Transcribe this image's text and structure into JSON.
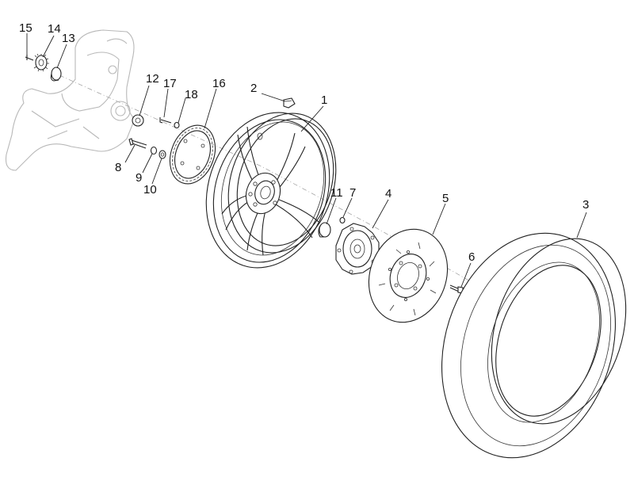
{
  "callouts": [
    {
      "id": "c1",
      "text": "1"
    },
    {
      "id": "c2",
      "text": "2"
    },
    {
      "id": "c3",
      "text": "3"
    },
    {
      "id": "c4",
      "text": "4"
    },
    {
      "id": "c5",
      "text": "5"
    },
    {
      "id": "c6",
      "text": "6"
    },
    {
      "id": "c7",
      "text": "7"
    },
    {
      "id": "c8",
      "text": "8"
    },
    {
      "id": "c9",
      "text": "9"
    },
    {
      "id": "c10",
      "text": "10"
    },
    {
      "id": "c11",
      "text": "11"
    },
    {
      "id": "c12",
      "text": "12"
    },
    {
      "id": "c13",
      "text": "13"
    },
    {
      "id": "c14",
      "text": "14"
    },
    {
      "id": "c15",
      "text": "15"
    },
    {
      "id": "c16",
      "text": "16"
    },
    {
      "id": "c17",
      "text": "17"
    },
    {
      "id": "c18",
      "text": "18"
    }
  ],
  "colors": {
    "line": "#222222",
    "ghost": "#b8b8b8",
    "background": "#ffffff"
  }
}
